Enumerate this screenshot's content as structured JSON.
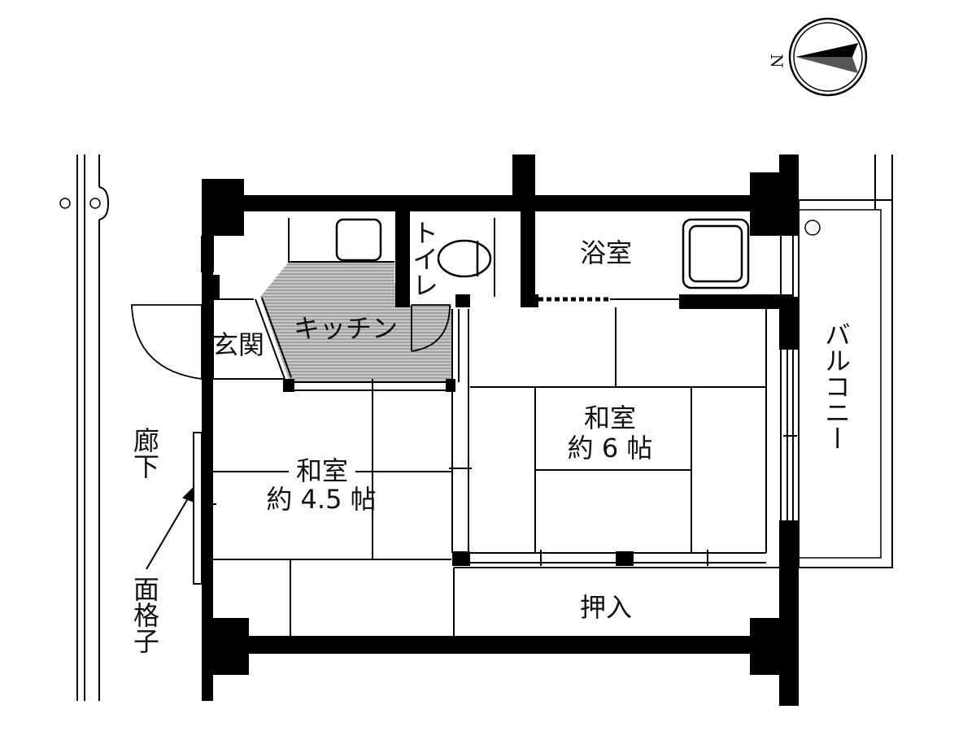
{
  "compass": {
    "north_label": "N",
    "icon": "compass-icon"
  },
  "rooms": {
    "toilet": "トイレ",
    "bathroom": "浴室",
    "kitchen": "キッチン",
    "entrance": "玄関",
    "washitsu_small": {
      "name": "和室",
      "size": "約 4.5 帖"
    },
    "washitsu_large": {
      "name": "和室",
      "size": "約 6 帖"
    },
    "closet": "押入",
    "balcony": "バルコニー"
  },
  "annotations": {
    "corridor": "廊下",
    "lattice": "面格子"
  },
  "colors": {
    "wall": "#000000",
    "kitchen_hatch": "#9a9a9a",
    "background": "#ffffff"
  }
}
